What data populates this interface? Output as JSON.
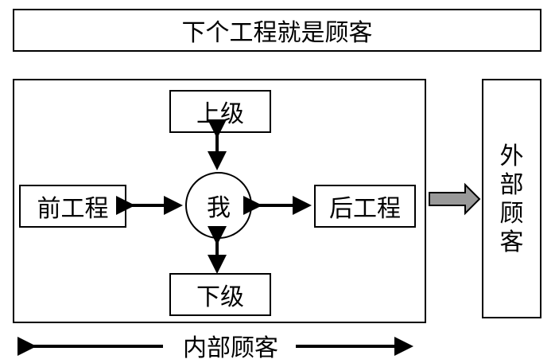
{
  "banner": {
    "text": "下个工程就是顾客"
  },
  "nodes": {
    "upper": "上级",
    "lower": "下级",
    "prev": "前工程",
    "next": "后工程",
    "self": "我"
  },
  "external": {
    "chars": [
      "外",
      "部",
      "顾",
      "客"
    ]
  },
  "internal": {
    "label": "内部顾客"
  },
  "colors": {
    "line": "#000000",
    "arrow_fill": "#999999"
  }
}
